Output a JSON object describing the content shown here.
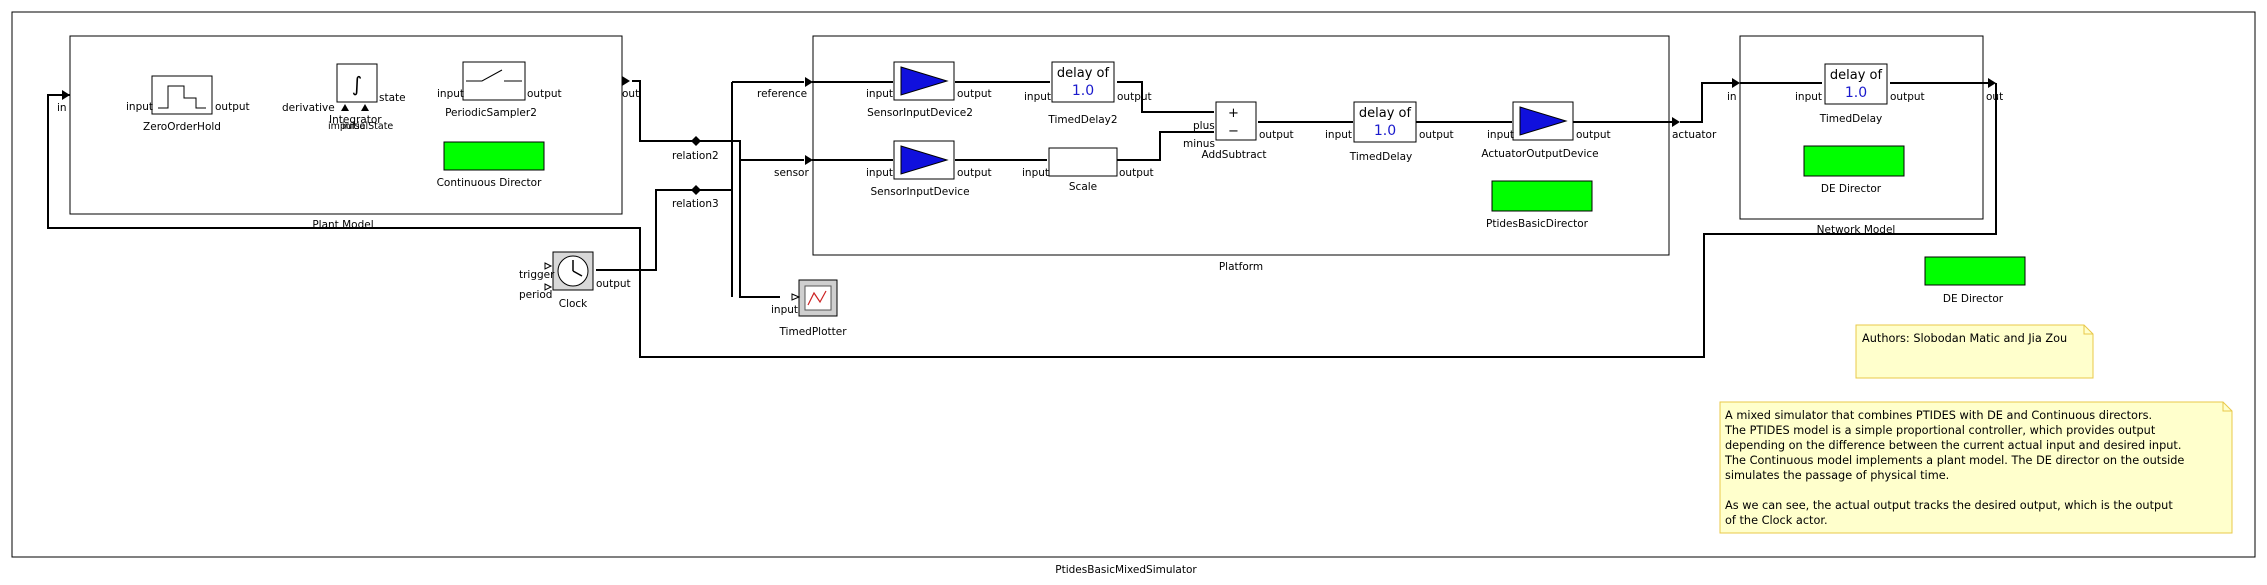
{
  "model": {
    "title": "PtidesBasicMixedSimulator",
    "plant_model": {
      "title": "Plant Model",
      "in_port": "in",
      "out_port": "out",
      "zero_order_hold": {
        "name": "ZeroOrderHold",
        "input": "input",
        "output": "output"
      },
      "integrator": {
        "name": "Integrator",
        "derivative": "derivative",
        "state": "state",
        "impulse": "impulse",
        "initial_state": "initialState"
      },
      "periodic_sampler": {
        "name": "PeriodicSampler2",
        "input": "input",
        "output": "output"
      },
      "director": "Continuous Director"
    },
    "relations": {
      "relation2": "relation2",
      "relation3": "relation3"
    },
    "clock": {
      "name": "Clock",
      "trigger": "trigger",
      "period": "period",
      "output": "output"
    },
    "timed_plotter": {
      "name": "TimedPlotter",
      "input": "input"
    },
    "platform": {
      "title": "Platform",
      "reference_port": "reference",
      "sensor_port": "sensor",
      "actuator_port": "actuator",
      "sensor_input_device2": {
        "name": "SensorInputDevice2",
        "input": "input",
        "output": "output"
      },
      "sensor_input_device": {
        "name": "SensorInputDevice",
        "input": "input",
        "output": "output"
      },
      "timed_delay2": {
        "name": "TimedDelay2",
        "label": "delay of",
        "value": "1.0",
        "input": "input",
        "output": "output"
      },
      "scale": {
        "name": "Scale",
        "input": "input",
        "output": "output"
      },
      "add_subtract": {
        "name": "AddSubtract",
        "plus": "plus",
        "minus": "minus",
        "output": "output",
        "plus_sign": "+",
        "minus_sign": "−"
      },
      "timed_delay": {
        "name": "TimedDelay",
        "label": "delay of",
        "value": "1.0",
        "input": "input",
        "output": "output"
      },
      "actuator_output_device": {
        "name": "ActuatorOutputDevice",
        "input": "input",
        "output": "output"
      },
      "director": "PtidesBasicDirector"
    },
    "network_model": {
      "title": "Network Model",
      "in_port": "in",
      "out_port": "out",
      "timed_delay": {
        "name": "TimedDelay",
        "label": "delay of",
        "value": "1.0",
        "input": "input",
        "output": "output"
      },
      "director": "DE Director"
    },
    "top_director": "DE Director",
    "authors_note": "Authors: Slobodan Matic and Jia Zou",
    "description_lines": [
      "A mixed simulator that combines PTIDES with DE and Continuous directors.",
      "The PTIDES model is a simple proportional controller, which provides output",
      "depending on the difference between the current actual input and desired input.",
      "The Continuous model implements a plant model. The DE director on the outside",
      "simulates the passage of physical time.",
      "",
      "As we can see, the actual output tracks the desired output, which is the output",
      "of the Clock actor."
    ],
    "colors": {
      "director": "#00ff00",
      "sensor_triangle": "#1010dd",
      "delay_value": "#1a1acc",
      "note_fill": "#ffffcc",
      "note_border": "#e8c84a",
      "plot_line": "#cc2222"
    }
  }
}
